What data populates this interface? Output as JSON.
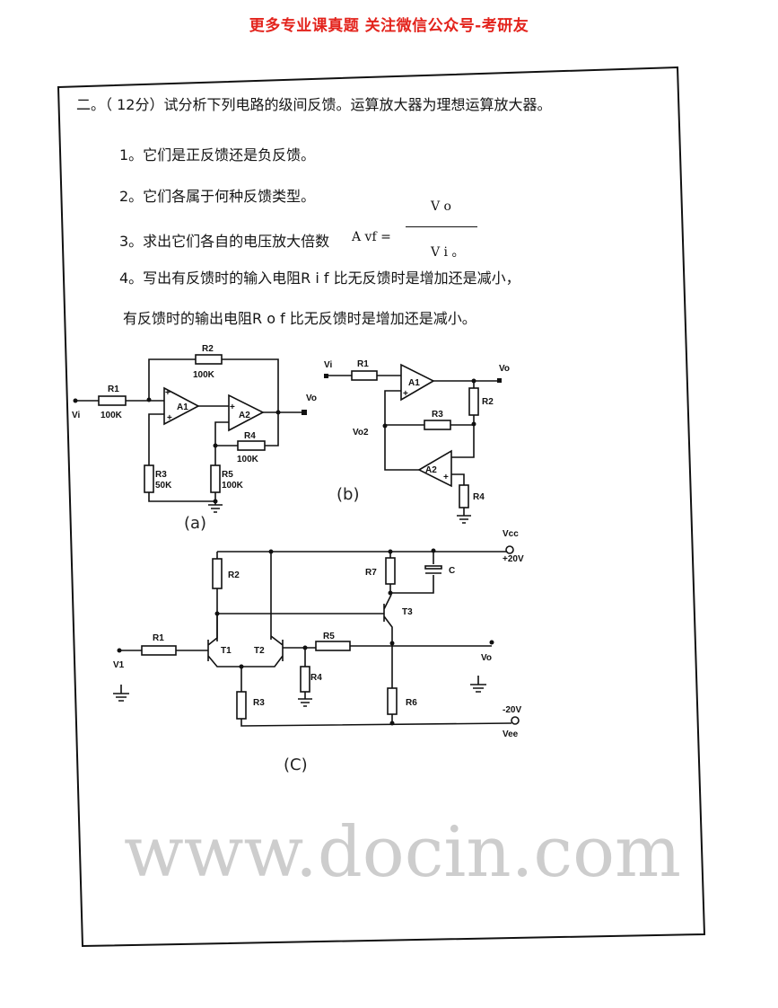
{
  "header": "更多专业课真题 关注微信公众号-考研友",
  "question": {
    "title": "二。（ 12分）试分析下列电路的级间反馈。运算放大器为理想运算放大器。",
    "items": [
      "1。它们是正反馈还是负反馈。",
      "2。它们各属于何种反馈类型。",
      "3。求出它们各自的电压放大倍数",
      "4。写出有反馈时的输入电阻R i f 比无反馈时是增加还是减小，",
      "有反馈时的输出电阻R o f 比无反馈时是增加还是减小。"
    ],
    "formula": {
      "lhs": "A vf =",
      "numerator": "V o",
      "denominator": "V i 。"
    }
  },
  "circuit_a": {
    "vi": "Vi",
    "vo": "Vo",
    "r1": "R1",
    "r1_val": "100K",
    "r2": "R2",
    "r2_val": "100K",
    "r3": "R3",
    "r3_val": "50K",
    "r4": "R4",
    "r4_val": "100K",
    "r5": "R5",
    "r5_val": "100K",
    "a1": "A1",
    "a2": "A2",
    "caption": "(a)"
  },
  "circuit_b": {
    "vi": "Vi",
    "vo": "Vo",
    "vo2": "Vo2",
    "r1": "R1",
    "r2": "R2",
    "r3": "R3",
    "r4": "R4",
    "a1": "A1",
    "a2": "A2",
    "caption": "(b)"
  },
  "circuit_c": {
    "vi": "V1",
    "vo": "Vo",
    "vcc": "Vcc",
    "vcc_val": "+20V",
    "vee": "Vee",
    "vee_val": "-20V",
    "r1": "R1",
    "r2": "R2",
    "r3": "R3",
    "r4": "R4",
    "r5": "R5",
    "r6": "R6",
    "r7": "R7",
    "c": "C",
    "t1": "T1",
    "t2": "T2",
    "t3": "T3",
    "caption": "(C)"
  },
  "watermark": "www.docin.com"
}
